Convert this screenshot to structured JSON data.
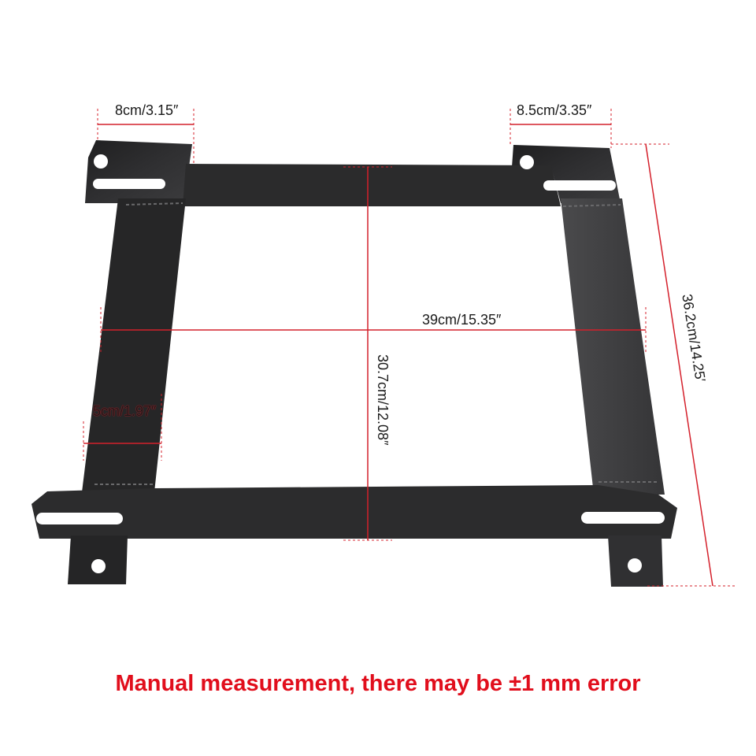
{
  "dimensions": {
    "top_left_tab_width": "8cm/3.15″",
    "top_right_tab_width": "8.5cm/3.35″",
    "overall_width": "39cm/15.35″",
    "inner_height": "30.7cm/12.08″",
    "overall_height": "36.2cm/14.25′",
    "rail_width": "5cm/1.97″"
  },
  "caption": "Manual measurement, there may be ±1 mm error",
  "colors": {
    "annotation_red": "#d4202b",
    "caption_red": "#e10e1c",
    "metal_dark": "#2a2a2b",
    "background": "#ffffff"
  }
}
